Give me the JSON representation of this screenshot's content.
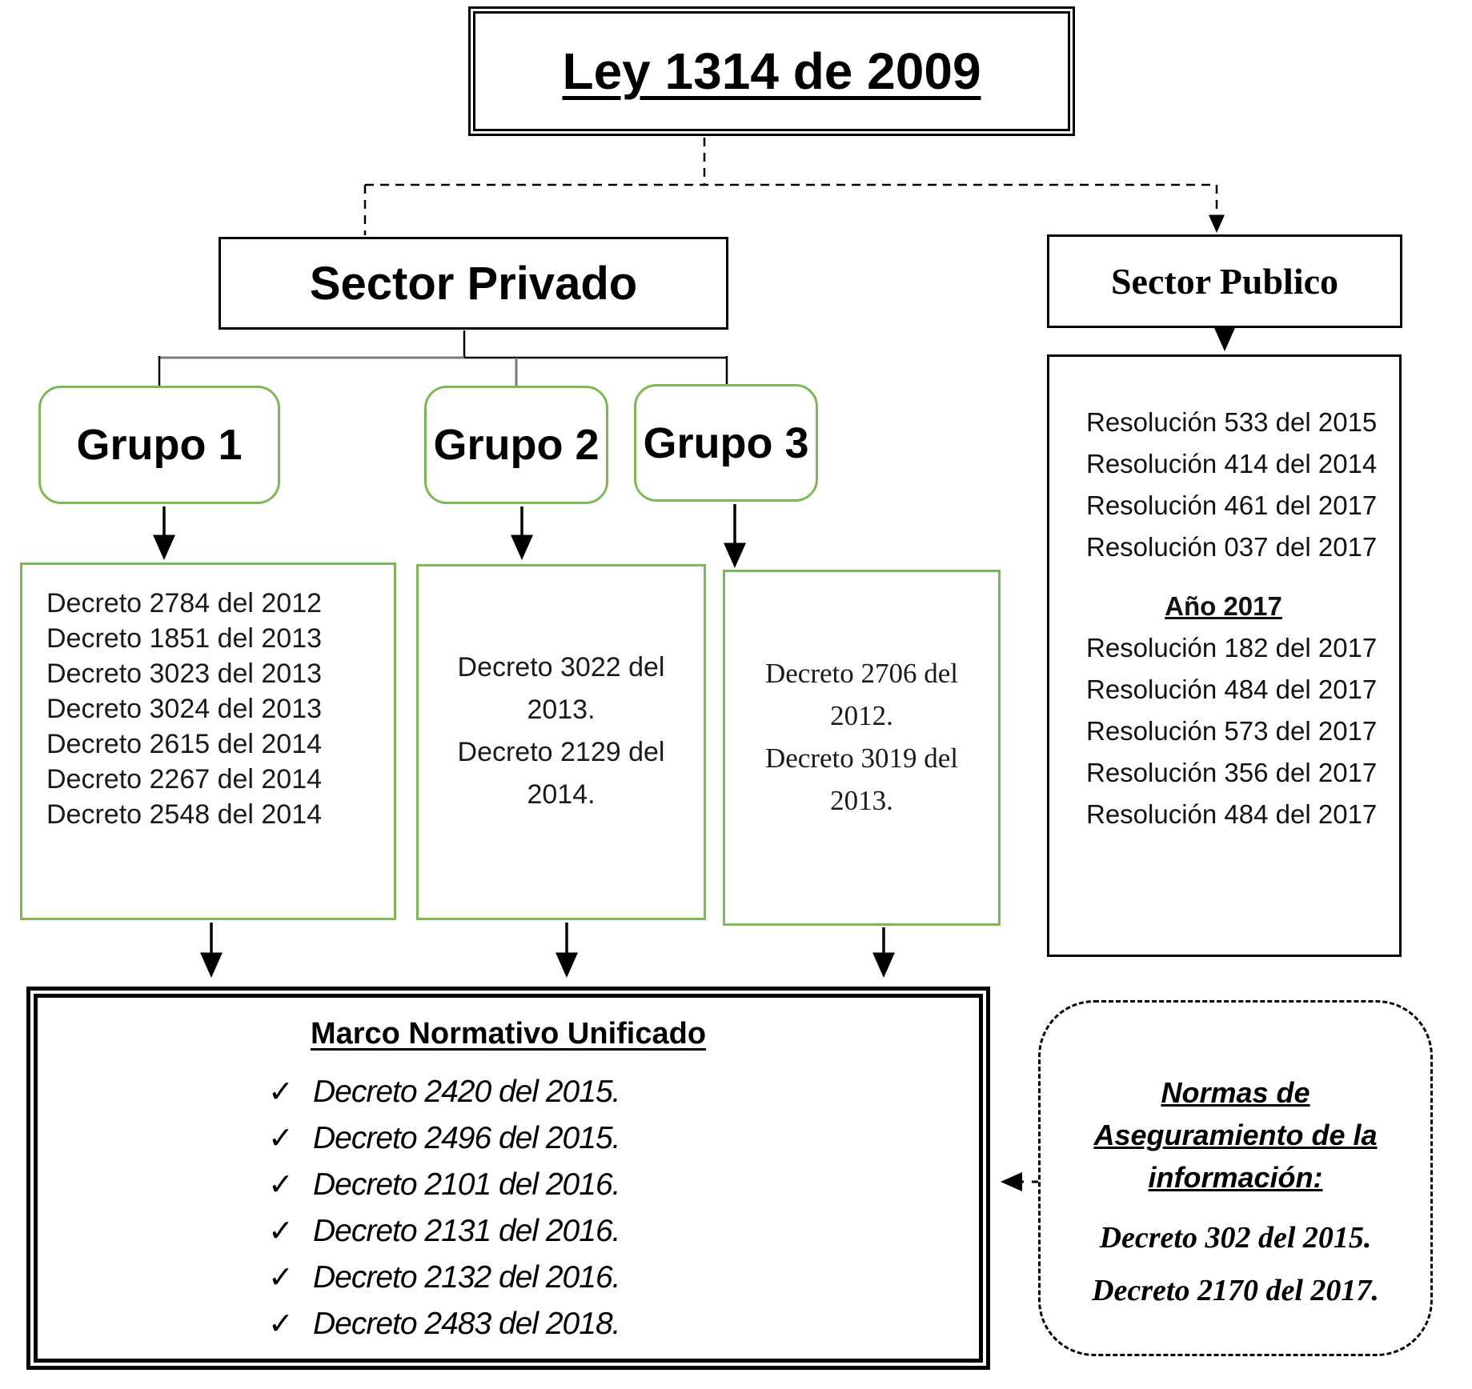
{
  "diagram": {
    "title": "Ley 1314 de 2009",
    "sector_privado": {
      "label": "Sector Privado",
      "grupos": [
        {
          "label": "Grupo 1",
          "items": [
            "Decreto 2784 del 2012",
            "Decreto 1851 del 2013",
            "Decreto 3023 del 2013",
            "Decreto 3024 del 2013",
            "Decreto 2615 del 2014",
            "Decreto 2267 del 2014",
            "Decreto 2548 del 2014"
          ]
        },
        {
          "label": "Grupo 2",
          "items": [
            "Decreto 3022 del 2013.",
            "Decreto 2129 del 2014."
          ]
        },
        {
          "label": "Grupo 3",
          "items": [
            "Decreto 2706 del 2012.",
            "Decreto 3019 del 2013."
          ]
        }
      ]
    },
    "sector_publico": {
      "label": "Sector Publico",
      "resoluciones_iniciales": [
        "Resolución 533 del 2015",
        "Resolución 414 del 2014",
        "Resolución 461 del 2017",
        "Resolución 037 del 2017"
      ],
      "year_heading": "Año 2017",
      "resoluciones_2017": [
        "Resolución 182 del 2017",
        "Resolución 484 del 2017",
        "Resolución 573 del 2017",
        "Resolución 356 del 2017",
        "Resolución 484 del 2017"
      ]
    },
    "marco": {
      "heading": "Marco Normativo Unificado",
      "check_glyph": "✓",
      "items": [
        "Decreto 2420 del 2015.",
        "Decreto 2496 del 2015.",
        "Decreto 2101 del 2016.",
        "Decreto 2131 del 2016.",
        "Decreto 2132 del 2016.",
        "Decreto 2483 del 2018."
      ]
    },
    "normas": {
      "heading_lines": [
        "Normas de",
        "Aseguramiento de la",
        "información:"
      ],
      "items": [
        "Decreto 302 del 2015.",
        "Decreto 2170 del 2017."
      ]
    },
    "colors": {
      "green_border": "#7CB956",
      "line_black": "#000000",
      "line_gray": "#7a7a7a"
    }
  }
}
